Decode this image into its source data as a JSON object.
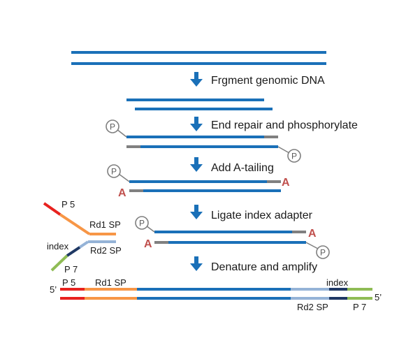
{
  "colors": {
    "dna": "#1a70b8",
    "overhang": "#808080",
    "p5": "#e8221f",
    "rd1sp": "#f79646",
    "index": "#1f3864",
    "rd2sp": "#95b3d7",
    "p7": "#8fbc55",
    "a_base": "#c0504d",
    "arrow": "#1a70b8",
    "phosphate": "#7f7f7f"
  },
  "steps": [
    {
      "label": "Frgment genomic DNA",
      "icon": "arrow-down-icon"
    },
    {
      "label": "End repair and phosphorylate",
      "icon": "arrow-down-icon"
    },
    {
      "label": "Add A-tailing",
      "icon": "arrow-down-icon"
    },
    {
      "label": "Ligate index adapter",
      "icon": "arrow-down-icon"
    },
    {
      "label": "Denature and amplify",
      "icon": "arrow-down-icon"
    }
  ],
  "phosphate_symbol": "P",
  "a_tail_symbol": "A",
  "adapter": {
    "p5": "P 5",
    "rd1sp": "Rd1 SP",
    "index": "index",
    "rd2sp": "Rd2 SP",
    "p7": "P 7"
  },
  "final_library": {
    "top_end": "5’",
    "bottom_end": "5’",
    "p5": "P 5",
    "rd1sp": "Rd1 SP",
    "index": "index",
    "rd2sp": "Rd2 SP",
    "p7": "P 7"
  }
}
